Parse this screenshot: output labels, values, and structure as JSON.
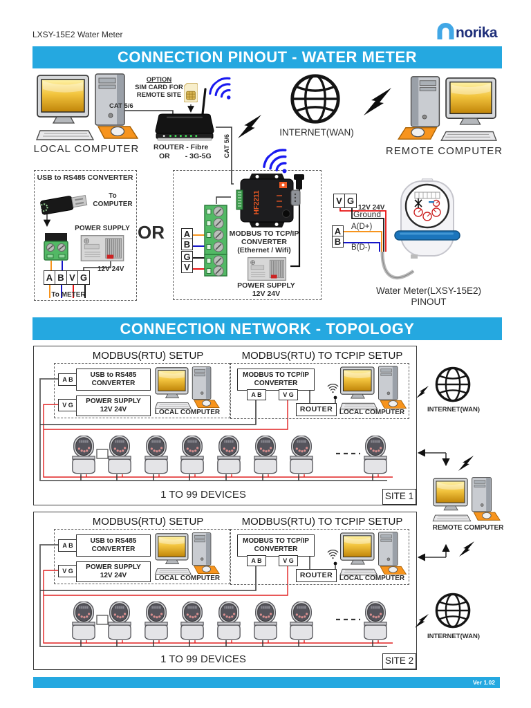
{
  "page": {
    "doc_title": "LXSY-15E2 Water Meter",
    "brand": "norika",
    "version": "Ver 1.02"
  },
  "colors": {
    "accent": "#25a8e0",
    "logo_navy": "#1f2f7a",
    "logo_arch": "#41a7e6",
    "wire_red": "#e81010",
    "wire_orange": "#f7941d",
    "wire_blue": "#1515c8"
  },
  "icons": {
    "logo": "norika-arch-icon",
    "wifi": "wifi-signal-icon",
    "globe": "internet-globe-icon",
    "lightning": "wireless-link-icon",
    "sim": "sim-card-icon"
  },
  "banners": {
    "pinout": "CONNECTION PINOUT -  WATER METER",
    "topology": "CONNECTION NETWORK -  TOPOLOGY"
  },
  "pinout": {
    "local_computer": "LOCAL COMPUTER",
    "remote_computer": "REMOTE COMPUTER",
    "internet": "INTERNET(WAN)",
    "cat56_horizontal": "CAT 5/6",
    "cat56_vertical": "CAT 5/6",
    "option_title": "OPTION",
    "option_line2": "SIM CARD FOR",
    "option_line3": "REMOTE SITE",
    "router_line1": "ROUTER - Fibre",
    "router_or": "OR",
    "router_alt": "- 3G-5G",
    "or_label": "OR",
    "usb_box": {
      "title": "USB to RS485 CONVERTER",
      "to_computer_1": "To",
      "to_computer_2": "COMPUTER",
      "power_supply": "POWER SUPPLY",
      "rating": "12V 24V",
      "to_meter": "To METER",
      "terminals": [
        "A",
        "B",
        "V",
        "G"
      ]
    },
    "modbus_box": {
      "terminals": [
        "A",
        "B",
        "G",
        "V"
      ],
      "device": "HF2211",
      "title_1": "MODBUS TO TCP/IP",
      "title_2": "CONVERTER",
      "title_3": "(Ethernet / Wifi)",
      "power_supply": "POWER SUPPLY",
      "rating": "12V 24V"
    },
    "meter": {
      "vg_terminals": [
        "V",
        "G"
      ],
      "ab_terminals": [
        "A",
        "B"
      ],
      "supply_label": "12V 24V",
      "ground_label": "Ground",
      "a_label": "A(D+)",
      "b_label": "B(D-)",
      "caption_1": "Water Meter(LXSY-15E2)",
      "caption_2": "PINOUT"
    }
  },
  "topology": {
    "internet": "INTERNET(WAN)",
    "remote_computer": "REMOTE COMPUTER",
    "sites": [
      {
        "rtu_title": "MODBUS(RTU) SETUP",
        "tcpip_title": "MODBUS(RTU) TO TCPIP SETUP",
        "ab": "A B",
        "vg": "V G",
        "usb_1": "USB to RS485",
        "usb_2": "CONVERTER",
        "ps_1": "POWER SUPPLY",
        "ps_2": "12V 24V",
        "mc_1": "MODBUS TO TCP/IP",
        "mc_2": "CONVERTER",
        "ab2": "A B",
        "vg2": "V G",
        "router": "ROUTER",
        "local_computer_1": "LOCAL COMPUTER",
        "local_computer_2": "LOCAL COMPUTER",
        "devices": "1 TO 99 DEVICES",
        "site": "SITE 1"
      },
      {
        "rtu_title": "MODBUS(RTU) SETUP",
        "tcpip_title": "MODBUS(RTU) TO TCPIP SETUP",
        "ab": "A B",
        "vg": "V G",
        "usb_1": "USB to RS485",
        "usb_2": "CONVERTER",
        "ps_1": "POWER SUPPLY",
        "ps_2": "12V 24V",
        "mc_1": "MODBUS TO TCP/IP",
        "mc_2": "CONVERTER",
        "ab2": "A B",
        "vg2": "V G",
        "router": "ROUTER",
        "local_computer_1": "LOCAL COMPUTER",
        "local_computer_2": "LOCAL COMPUTER",
        "devices": "1 TO 99 DEVICES",
        "site": "SITE 2"
      }
    ]
  }
}
